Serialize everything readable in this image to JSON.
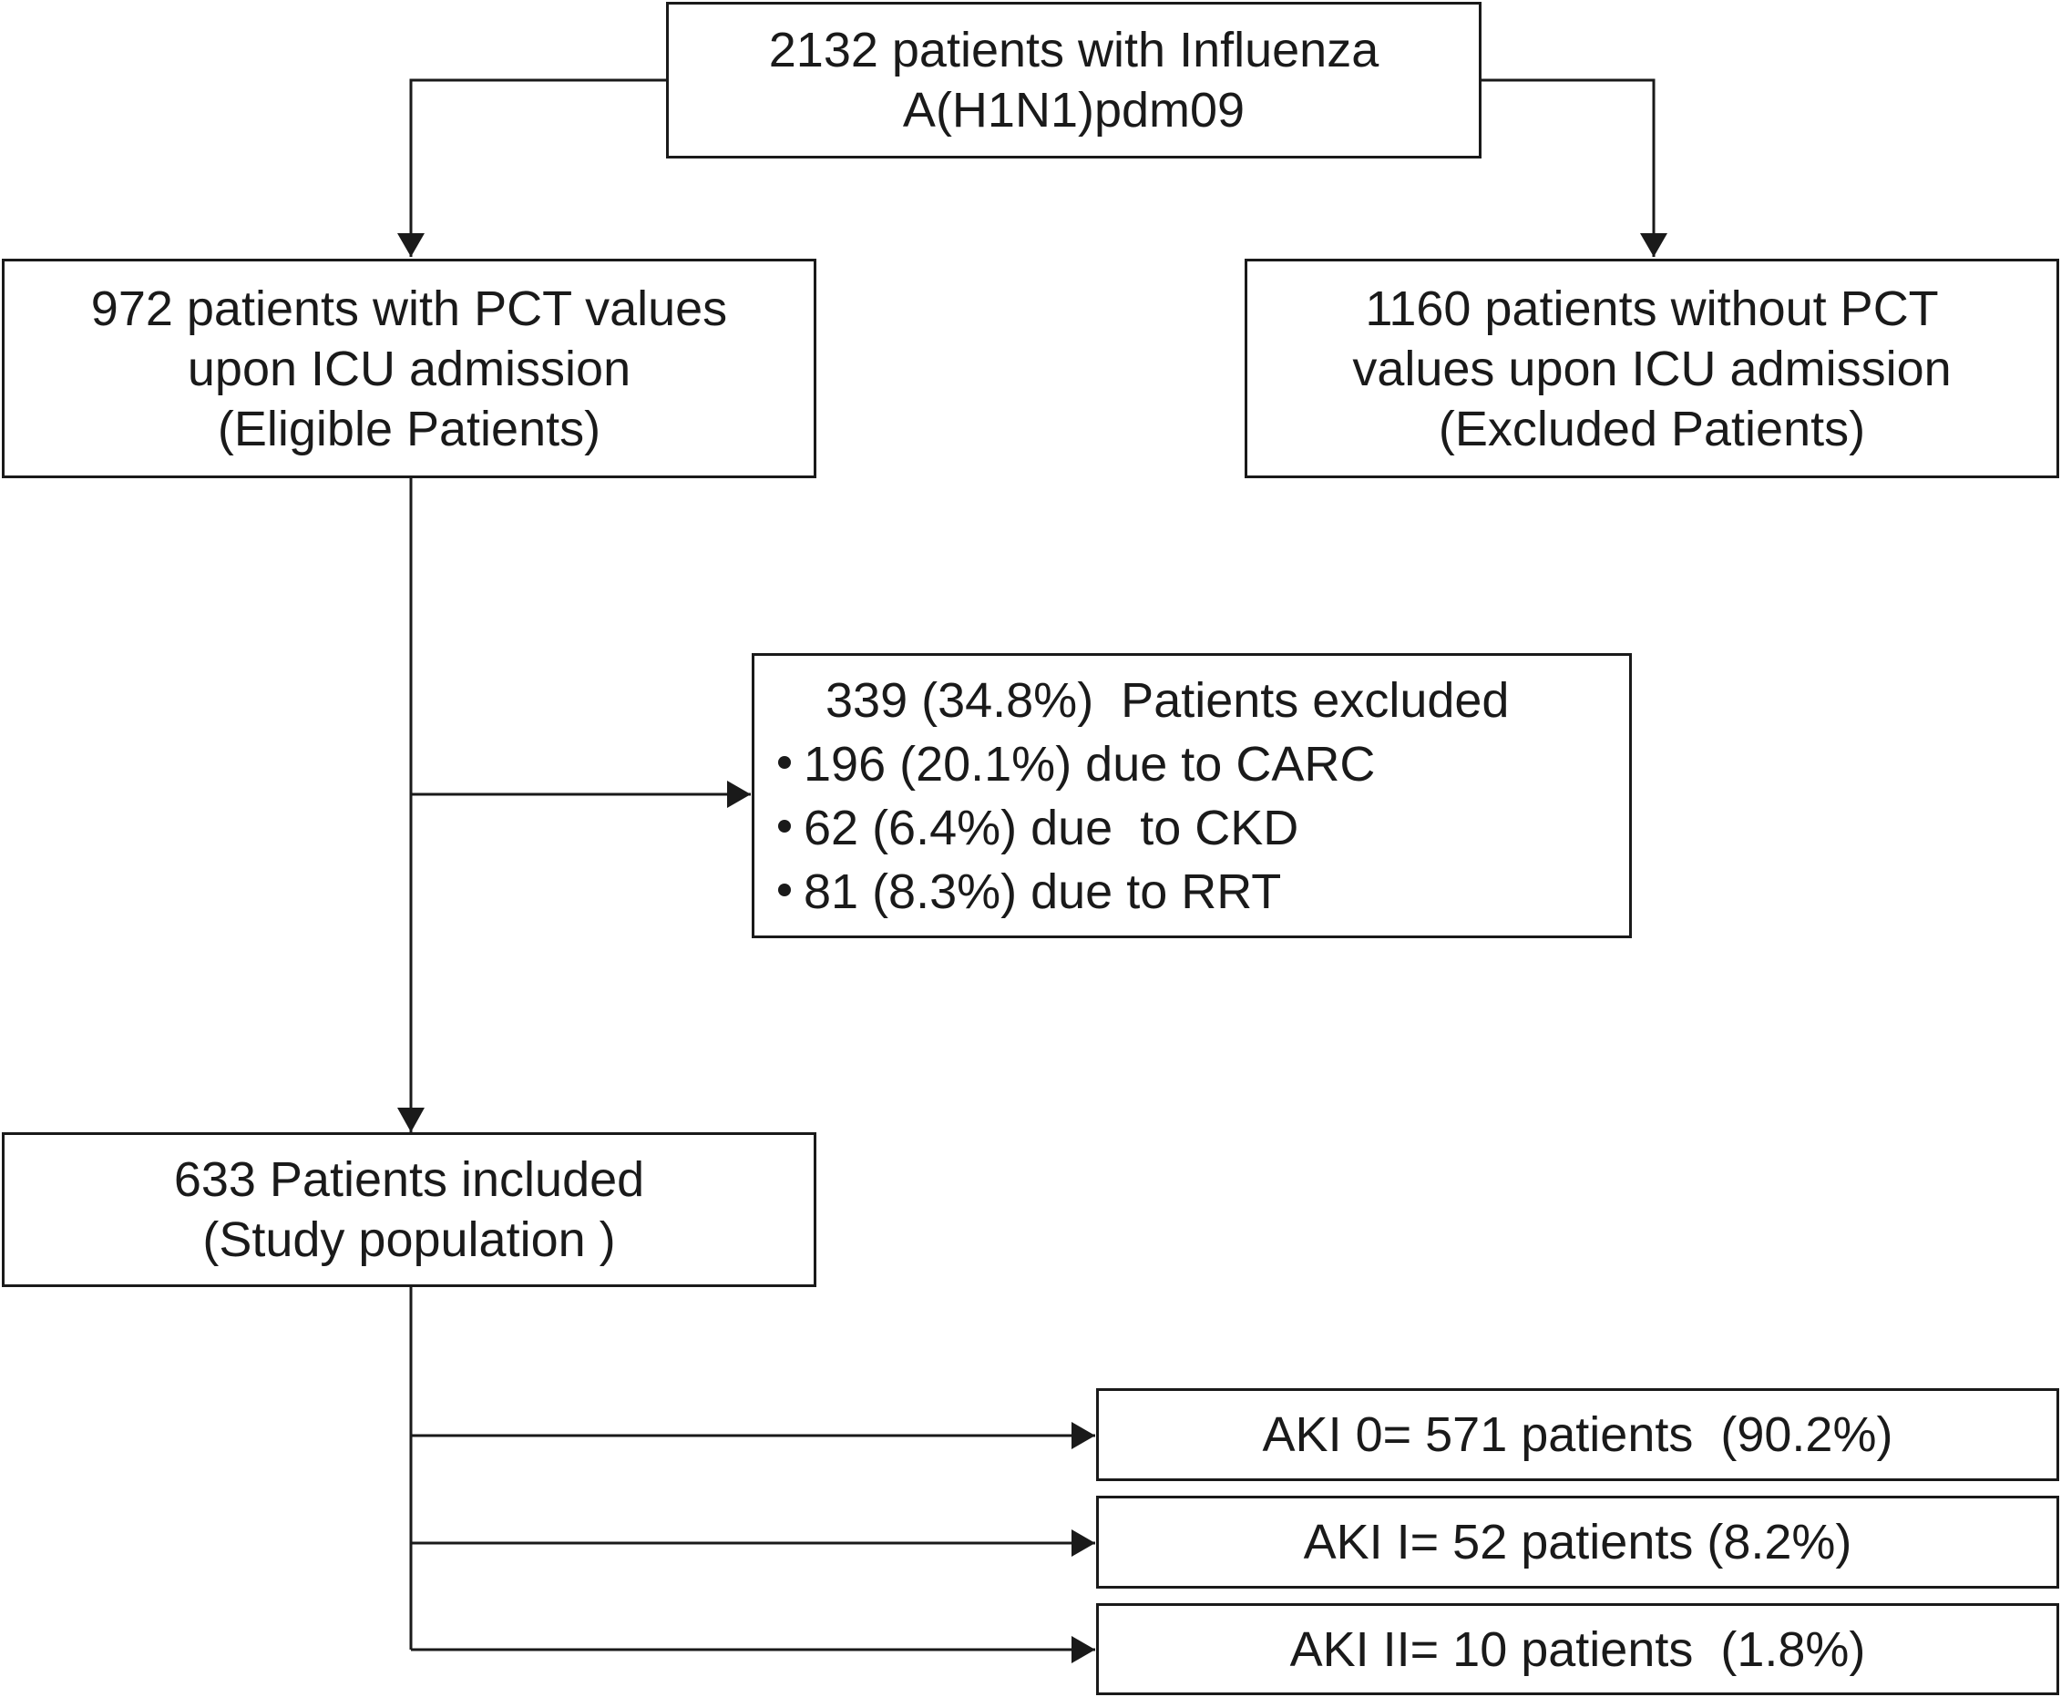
{
  "colors": {
    "stroke": "#1a1a1a",
    "background": "#ffffff"
  },
  "nodes": {
    "source": {
      "lines": [
        "2132 patients with Influenza",
        "A(H1N1)pdm09"
      ]
    },
    "eligible": {
      "lines": [
        "972 patients with PCT values",
        "upon ICU admission",
        "(Eligible Patients)"
      ]
    },
    "excluded_no_pct": {
      "lines": [
        "1160 patients without PCT",
        "values upon ICU admission",
        "(Excluded Patients)"
      ]
    },
    "excluded": {
      "title": "339 (34.8%)  Patients excluded",
      "items": [
        "196 (20.1%) due to CARC",
        "62 (6.4%) due  to CKD",
        "81 (8.3%) due to RRT"
      ]
    },
    "included": {
      "lines": [
        "633 Patients included",
        "(Study population )"
      ]
    },
    "aki0": {
      "label": "AKI 0= 571 patients  (90.2%)"
    },
    "aki1": {
      "label": "AKI I= 52 patients (8.2%)"
    },
    "aki2": {
      "label": "AKI II= 10 patients  (1.8%)"
    }
  }
}
